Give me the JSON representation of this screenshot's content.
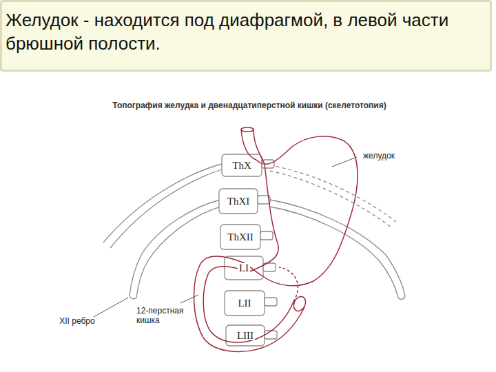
{
  "diagram": {
    "title": "Желудок - находится под диафрагмой, в левой части брюшной полости.",
    "labels": [
      "Топография желудка и двенадцатиперстной кишки (скелетотопия)",
      "ThX",
      "ThXI",
      "ThXII",
      "LI",
      "LII",
      "LIII",
      "желудок",
      "12-перстная кишка",
      "XII ребро"
    ]
  }
}
